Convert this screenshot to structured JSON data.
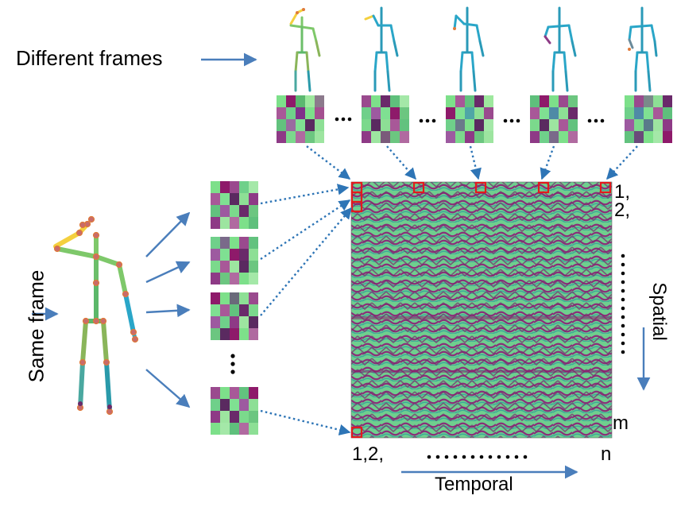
{
  "labels": {
    "different_frames": "Different frames",
    "same_frame": "Same frame",
    "spatial": "Spatial",
    "temporal": "Temporal",
    "temporal_start": "1,2,",
    "temporal_end": "n",
    "spatial_start_1": "1,",
    "spatial_start_2": "2,",
    "spatial_end": "m"
  },
  "colors": {
    "arrow": "#4a7ebb",
    "dotted": "#2e75b6",
    "highlight": "#e31a1c",
    "green": "#7de08a",
    "magenta": "#8e1a6a",
    "teal": "#2aa6a6",
    "yellow": "#f4d03f"
  }
}
